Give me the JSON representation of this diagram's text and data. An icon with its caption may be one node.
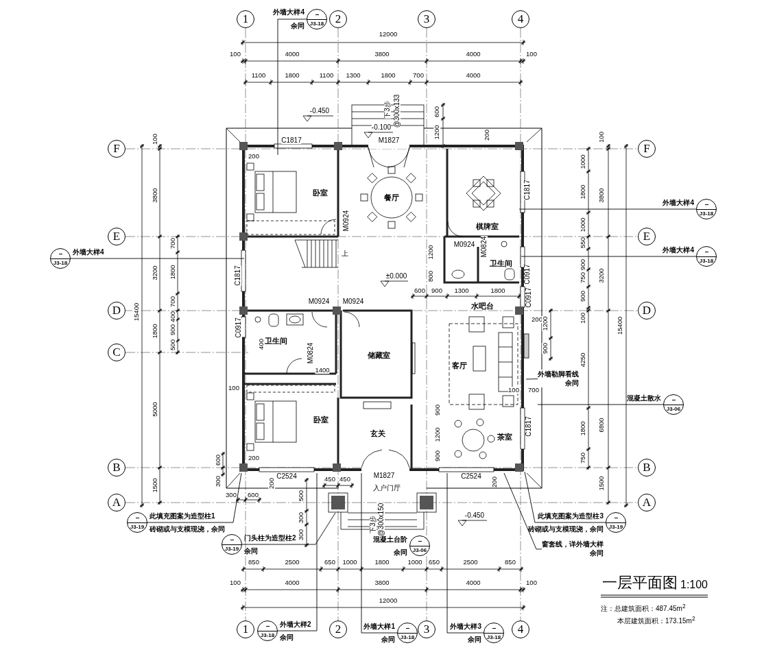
{
  "diagram": {
    "title": "一层平面图",
    "nodes": [
      {
        "text": [
          "1"
        ]
      },
      {
        "text": [
          "2"
        ]
      },
      {
        "text": [
          "3"
        ]
      },
      {
        "text": [
          "4"
        ]
      },
      {
        "text": [
          "J3-18"
        ],
        "beside": [
          "外墙大样4",
          "余同"
        ]
      },
      {
        "text": [
          "F"
        ]
      },
      {
        "text": [
          "F"
        ]
      },
      {
        "text": [
          "卧室"
        ]
      },
      {
        "text": [
          "餐厅"
        ]
      },
      {
        "text": [
          "棋牌室"
        ]
      },
      {
        "text": [
          "J3-18"
        ],
        "beside": [
          "外墙大样4"
        ]
      },
      {
        "text": [
          "E"
        ]
      },
      {
        "text": [
          "E"
        ]
      },
      {
        "text": [
          "J3-18"
        ],
        "beside": [
          "外墙大样4"
        ]
      },
      {
        "text": [
          "卫生间"
        ]
      },
      {
        "text": [
          "J3-18"
        ],
        "beside": [
          "外墙大样4"
        ]
      },
      {
        "text": [
          "水吧台"
        ]
      },
      {
        "text": [
          "D"
        ]
      },
      {
        "text": [
          "D"
        ]
      },
      {
        "text": [
          "卫生间"
        ]
      },
      {
        "text": [
          "储藏室"
        ]
      },
      {
        "text": [
          "C"
        ]
      },
      {
        "text": [
          "客厅"
        ]
      },
      {
        "text": [
          "外墙勒脚看线",
          "余同"
        ]
      },
      {
        "text": [
          "J3-06"
        ],
        "beside": [
          "混凝土散水"
        ]
      },
      {
        "text": [
          "卧室"
        ]
      },
      {
        "text": [
          "玄关"
        ]
      },
      {
        "text": [
          "茶室"
        ]
      },
      {
        "text": [
          "B"
        ]
      },
      {
        "text": [
          "B"
        ]
      },
      {
        "text": [
          "A"
        ]
      },
      {
        "text": [
          "A"
        ]
      },
      {
        "text": [
          "J3-19"
        ],
        "beside": [
          "此填充图案为造型柱1",
          "砖砌或与支模现浇，余同"
        ]
      },
      {
        "text": [
          "J3-19"
        ],
        "beside": [
          "此填充图案为造型柱3",
          "砖砌或与支模现浇，余同"
        ]
      },
      {
        "text": [
          "J3-19"
        ],
        "beside": [
          "门头柱为造型柱2",
          "余同"
        ]
      },
      {
        "text": [
          "J3-06"
        ],
        "beside": [
          "混凝土台阶",
          "余同"
        ]
      },
      {
        "text": [
          "窗套线，详外墙大样",
          "余同"
        ]
      },
      {
        "text": [
          "1"
        ]
      },
      {
        "text": [
          "J3-18"
        ],
        "beside": [
          "外墙大样2",
          "余同"
        ]
      },
      {
        "text": [
          "2"
        ]
      },
      {
        "text": [
          "J3-18"
        ],
        "beside": [
          "外墙大样1",
          "余同"
        ]
      },
      {
        "text": [
          "3"
        ]
      },
      {
        "text": [
          "J3-18"
        ],
        "beside": [
          "外墙大样3",
          "余同"
        ]
      },
      {
        "text": [
          "4"
        ]
      }
    ],
    "edges": [
      {
        "from": 4,
        "to": null,
        "arrow": "none"
      },
      {
        "from": 10,
        "to": null,
        "arrow": "none"
      },
      {
        "from": 13,
        "to": null,
        "arrow": "none"
      },
      {
        "from": 15,
        "to": null,
        "arrow": "none"
      },
      {
        "from": 23,
        "to": null,
        "arrow": "none"
      },
      {
        "from": 24,
        "to": null,
        "arrow": "none"
      },
      {
        "from": 32,
        "to": null,
        "arrow": "none"
      },
      {
        "from": 33,
        "to": null,
        "arrow": "none"
      },
      {
        "from": 34,
        "to": null,
        "arrow": "none"
      },
      {
        "from": 36,
        "to": null,
        "arrow": "none"
      },
      {
        "from": 38,
        "to": null,
        "arrow": "none"
      },
      {
        "from": 40,
        "to": null,
        "arrow": "none"
      },
      {
        "from": 42,
        "to": null,
        "arrow": "none"
      }
    ],
    "labels": [
      "12000",
      "100",
      "4000",
      "3800",
      "4000",
      "100",
      "1100",
      "1800",
      "1100",
      "1300",
      "1800",
      "700",
      "4000",
      "-0.450",
      "下3步",
      "@300x133",
      "600",
      "100",
      "C1817",
      "-0.100",
      "M1827",
      "1200",
      "200",
      "100",
      "200",
      "1000",
      "3800",
      "C1817",
      "1800",
      "3800",
      "M0924",
      "1000",
      "700",
      "上",
      "1200",
      "M0924",
      "M0824",
      "550",
      "3200",
      "1800",
      "C1817",
      "±0.000",
      "800",
      "C0917",
      "900",
      "750",
      "3200",
      "700",
      "M0924",
      "M0924",
      "600",
      "900",
      "1300",
      "1800",
      "C0917",
      "900",
      "15400",
      "1800",
      "400",
      "900",
      "500",
      "C0917",
      "400",
      "M0824",
      "200",
      "1200",
      "900",
      "100",
      "15400",
      "1400",
      "4250",
      "100",
      "100",
      "700",
      "5000",
      "900",
      "1200",
      "C1817",
      "1800",
      "6800",
      "600",
      "200",
      "900",
      "750",
      "1500",
      "300",
      "200",
      "C2524",
      "450",
      "450",
      "M1827",
      "入户门厅",
      "C2524",
      "200",
      "1500",
      "300",
      "600",
      "500",
      "300",
      "下3步",
      "@300x150",
      "-0.450",
      "300",
      "850",
      "2500",
      "650",
      "1000",
      "1800",
      "1000",
      "650",
      "2500",
      "850",
      "100",
      "4000",
      "3800",
      "4000",
      "100",
      "1:100",
      "12000",
      "注：总建筑面积：487.45m$^{2}$",
      "本层建筑面积：173.15m$^{2}$"
    ]
  }
}
